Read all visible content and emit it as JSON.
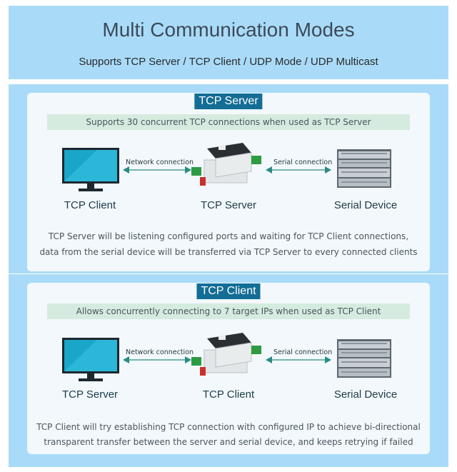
{
  "header": {
    "title": "Multi Communication Modes",
    "subtitle": "Supports TCP Server / TCP Client / UDP Mode / UDP Multicast"
  },
  "panels": [
    {
      "badge": "TCP Server",
      "band": "Supports 30 concurrent TCP connections when used as TCP Server",
      "left_label": "TCP Client",
      "center_label": "TCP Server",
      "right_label": "Serial Device",
      "left_connection": "Network connection",
      "right_connection": "Serial connection",
      "desc_line1": "TCP Server will be listening configured ports and waiting for TCP Client connections,",
      "desc_line2": "data from the serial device will be transferred via TCP Server to every connected clients"
    },
    {
      "badge": "TCP Client",
      "band": "Allows concurrently connecting to 7 target IPs when used as TCP Client",
      "left_label": "TCP Server",
      "center_label": "TCP Client",
      "right_label": "Serial Device",
      "left_connection": "Network connection",
      "right_connection": "Serial connection",
      "desc_line1": "TCP Client will try establishing TCP connection with configured IP to achieve bi-directional",
      "desc_line2": "transparent transfer between the server and serial device, and keeps retrying if failed"
    }
  ],
  "colors": {
    "header_bg": "#a9dbf8",
    "badge_bg": "#136d95",
    "band_bg": "#d5ebdf",
    "arrow": "#2c8a84",
    "monitor_screen": "#19a6c9"
  },
  "icons": {
    "monitor": "monitor-icon",
    "converter": "serial-server-device-icon",
    "server_rack": "server-rack-icon",
    "arrow": "double-arrow-icon"
  }
}
